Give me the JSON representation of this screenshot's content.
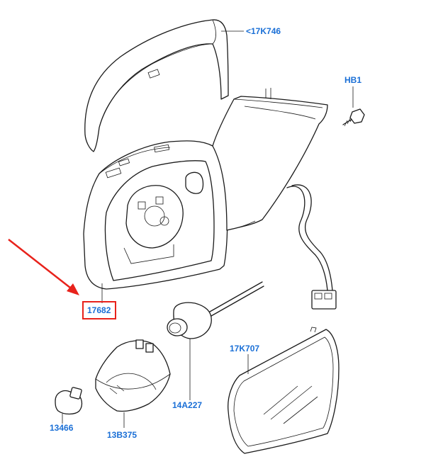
{
  "parts": [
    {
      "id": "p1",
      "label": "<17K746"
    },
    {
      "id": "p2",
      "label": "HB1"
    },
    {
      "id": "p3",
      "label": "17682"
    },
    {
      "id": "p4",
      "label": "17K707"
    },
    {
      "id": "p5",
      "label": "14A227"
    },
    {
      "id": "p6",
      "label": "13466"
    },
    {
      "id": "p7",
      "label": "13B375"
    }
  ],
  "colors": {
    "label": "#1a6fd6",
    "highlight": "#e8221b",
    "line": "#1a1a1a"
  },
  "highlighted_part": "17682"
}
